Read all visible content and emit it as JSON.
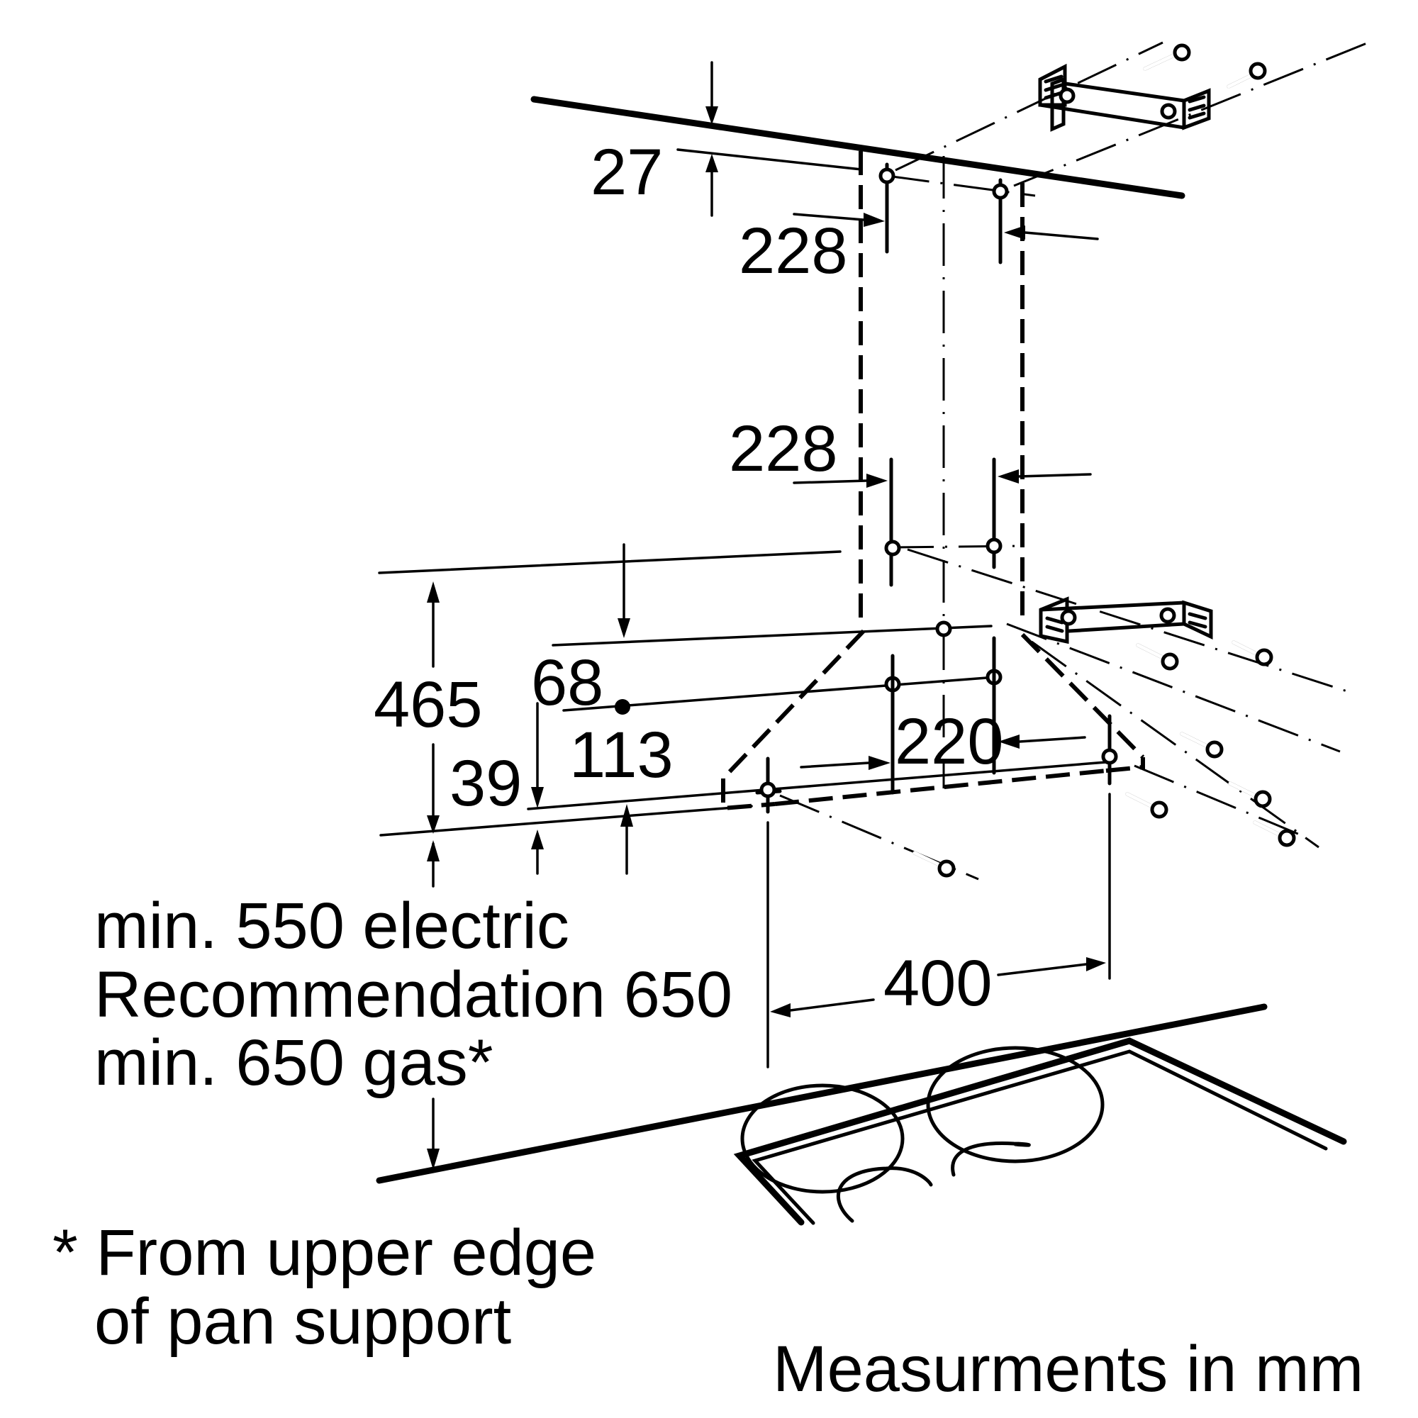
{
  "diagram": {
    "title": "Chimney hood wall installation dimensions",
    "units_note": "Measurments in mm",
    "dimensions": {
      "ceiling_offset": "27",
      "upper_bracket_hole_spacing": "228",
      "lower_bracket_hole_spacing": "228",
      "mount_height_total": "465",
      "upper_hole_offset": "68",
      "screw_offset": "113",
      "bottom_offset": "39",
      "center_hole_spacing": "220",
      "hood_hole_spacing": "400"
    },
    "clearance_notes": [
      "min. 550 electric",
      "Recommendation 650",
      "min. 650 gas*"
    ],
    "footnote": {
      "line1": "* From upper edge",
      "line2": "of pan support"
    },
    "components": [
      "ceiling-line",
      "wall-mount-bracket-upper",
      "wall-mount-bracket-lower",
      "screws-and-wall-plugs",
      "chimney-outline-dashed",
      "hood-body",
      "cooktop-with-4-burners"
    ]
  }
}
